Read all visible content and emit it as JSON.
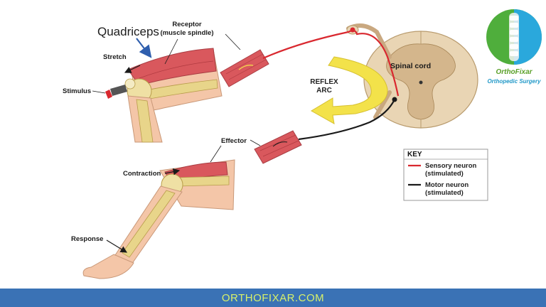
{
  "labels": {
    "quadriceps": "Quadriceps",
    "receptor_line1": "Receptor",
    "receptor_line2": "(muscle spindle)",
    "stretch": "Stretch",
    "stimulus": "Stimulus",
    "spinal_cord": "Spinal cord",
    "reflex_line1": "REFLEX",
    "reflex_line2": "ARC",
    "effector": "Effector",
    "contraction": "Contraction",
    "response": "Response"
  },
  "key": {
    "title": "KEY",
    "sensory_line1": "Sensory neuron",
    "sensory_line2": "(stimulated)",
    "motor_line1": "Motor neuron",
    "motor_line2": "(stimulated)"
  },
  "logo": {
    "name": "OrthoFixar",
    "subtitle": "Orthopedic Surgery"
  },
  "footer": {
    "text": "ORTHOFIXAR.COM"
  },
  "colors": {
    "sensory_neuron": "#d9282f",
    "motor_neuron": "#1a1a1a",
    "reflex_arrow": "#f3e24a",
    "muscle": "#d9585d",
    "bone": "#e8d58a",
    "skin": "#f4c6a8",
    "spinal_cord": "#e9d5b4",
    "footer_bg": "#3a72b5",
    "footer_text": "#d8f06a"
  }
}
